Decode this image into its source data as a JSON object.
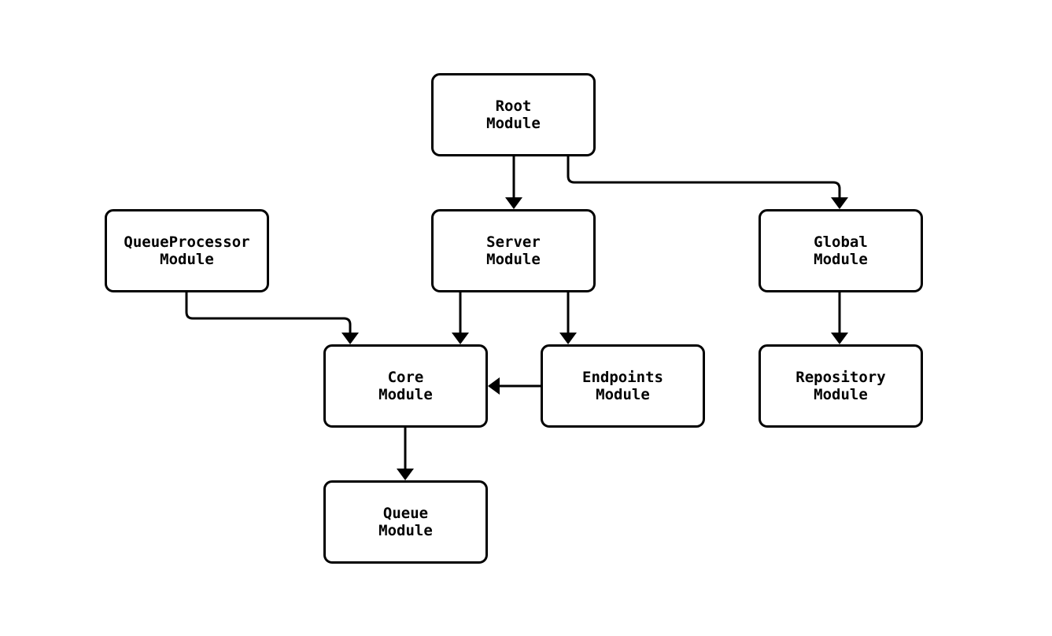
{
  "diagram": {
    "type": "flowchart",
    "background_color": "#ffffff",
    "node_fill_color": "#ffffff",
    "node_border_color": "#000000",
    "edge_color": "#000000",
    "text_color": "#000000",
    "nodes": {
      "root": {
        "label": "Root\nModule"
      },
      "queueprocessor": {
        "label": "QueueProcessor\nModule"
      },
      "server": {
        "label": "Server\nModule"
      },
      "global": {
        "label": "Global\nModule"
      },
      "core": {
        "label": "Core\nModule"
      },
      "endpoints": {
        "label": "Endpoints\nModule"
      },
      "repository": {
        "label": "Repository\nModule"
      },
      "queue": {
        "label": "Queue\nModule"
      }
    },
    "edges": [
      {
        "from": "Root Module",
        "to": "Server Module"
      },
      {
        "from": "Root Module",
        "to": "Global Module"
      },
      {
        "from": "QueueProcessor Module",
        "to": "Core Module"
      },
      {
        "from": "Server Module",
        "to": "Core Module"
      },
      {
        "from": "Server Module",
        "to": "Endpoints Module"
      },
      {
        "from": "Endpoints Module",
        "to": "Core Module"
      },
      {
        "from": "Global Module",
        "to": "Repository Module"
      },
      {
        "from": "Core Module",
        "to": "Queue Module"
      }
    ]
  }
}
